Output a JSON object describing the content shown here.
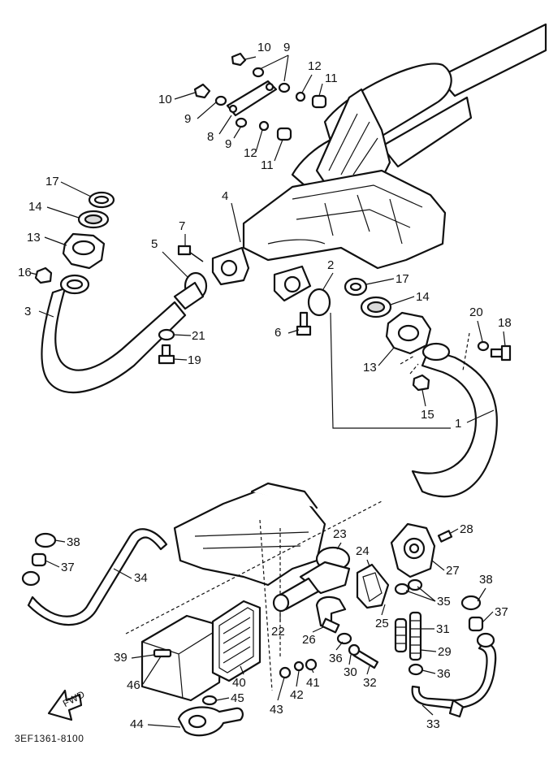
{
  "callouts": [
    "1",
    "2",
    "3",
    "4",
    "5",
    "6",
    "7",
    "8",
    "9",
    "10",
    "11",
    "12",
    "13",
    "14",
    "15",
    "16",
    "17",
    "18",
    "19",
    "20",
    "21",
    "22",
    "23",
    "24",
    "25",
    "26",
    "27",
    "28",
    "29",
    "30",
    "31",
    "32",
    "33",
    "34",
    "35",
    "36",
    "37",
    "38",
    "39",
    "40",
    "41",
    "42",
    "43",
    "44",
    "45",
    "46"
  ],
  "diagram_code": "3EF1361-8100",
  "front_arrow_label": "FWD",
  "colors": {
    "ink": "#111111",
    "background": "#ffffff",
    "shade": "#d9d9d9"
  }
}
